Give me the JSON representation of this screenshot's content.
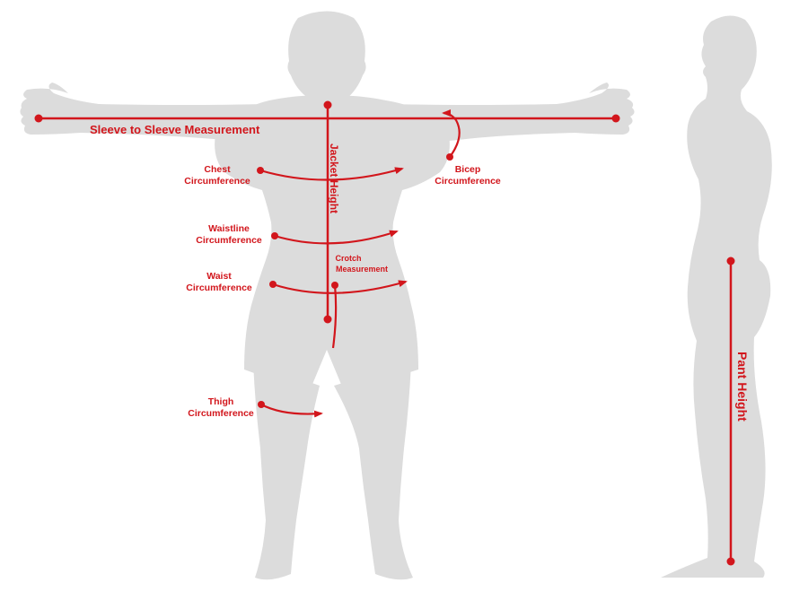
{
  "colors": {
    "silhouette": "#dcdcdc",
    "accent": "#d2161c",
    "background": "#ffffff"
  },
  "labels": {
    "sleeve_to_sleeve": "Sleeve to Sleeve Measurement",
    "jacket_height": "Jacket Height",
    "chest_line1": "Chest",
    "chest_line2": "Circumference",
    "bicep_line1": "Bicep",
    "bicep_line2": "Circumference",
    "waistline_line1": "Waistline",
    "waistline_line2": "Circumference",
    "crotch_line1": "Crotch",
    "crotch_line2": "Measurement",
    "waist_line1": "Waist",
    "waist_line2": "Circumference",
    "thigh_line1": "Thigh",
    "thigh_line2": "Circumference",
    "pant_height": "Pant Height"
  }
}
